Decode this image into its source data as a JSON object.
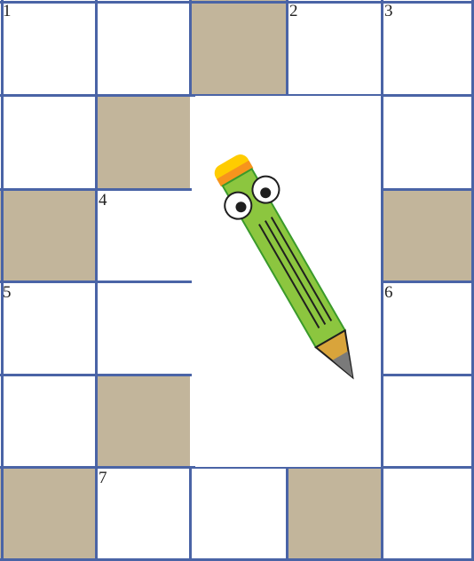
{
  "puzzle": {
    "rows": 6,
    "cols": 5,
    "cells": [
      {
        "r": 0,
        "c": 0,
        "type": "white",
        "number": "1"
      },
      {
        "r": 0,
        "c": 1,
        "type": "white",
        "number": ""
      },
      {
        "r": 0,
        "c": 2,
        "type": "shaded",
        "number": ""
      },
      {
        "r": 0,
        "c": 3,
        "type": "white",
        "number": "2"
      },
      {
        "r": 0,
        "c": 4,
        "type": "white",
        "number": "3"
      },
      {
        "r": 1,
        "c": 0,
        "type": "white",
        "number": ""
      },
      {
        "r": 1,
        "c": 1,
        "type": "shaded",
        "number": ""
      },
      {
        "r": 1,
        "c": 4,
        "type": "white",
        "number": ""
      },
      {
        "r": 2,
        "c": 0,
        "type": "shaded",
        "number": ""
      },
      {
        "r": 2,
        "c": 1,
        "type": "white",
        "number": "4"
      },
      {
        "r": 2,
        "c": 4,
        "type": "shaded",
        "number": ""
      },
      {
        "r": 3,
        "c": 0,
        "type": "white",
        "number": "5"
      },
      {
        "r": 3,
        "c": 1,
        "type": "white",
        "number": ""
      },
      {
        "r": 3,
        "c": 4,
        "type": "white",
        "number": "6"
      },
      {
        "r": 4,
        "c": 0,
        "type": "white",
        "number": ""
      },
      {
        "r": 4,
        "c": 1,
        "type": "shaded",
        "number": ""
      },
      {
        "r": 4,
        "c": 4,
        "type": "white",
        "number": ""
      },
      {
        "r": 5,
        "c": 0,
        "type": "shaded",
        "number": ""
      },
      {
        "r": 5,
        "c": 1,
        "type": "white",
        "number": "7"
      },
      {
        "r": 5,
        "c": 2,
        "type": "white",
        "number": ""
      },
      {
        "r": 5,
        "c": 3,
        "type": "shaded",
        "number": ""
      },
      {
        "r": 5,
        "c": 4,
        "type": "white",
        "number": ""
      }
    ]
  },
  "mascot": {
    "icon": "pencil-mascot-icon"
  },
  "colors": {
    "grid_line": "#4a64a6",
    "shaded": "#c2b59b",
    "white": "#ffffff",
    "pencil_body": "#8cc63f",
    "pencil_outline": "#3a9a2a",
    "eraser": "#ffcc00",
    "ferrule": "#f7941d",
    "wood": "#d9a43b",
    "lead": "#7a7a7a"
  }
}
